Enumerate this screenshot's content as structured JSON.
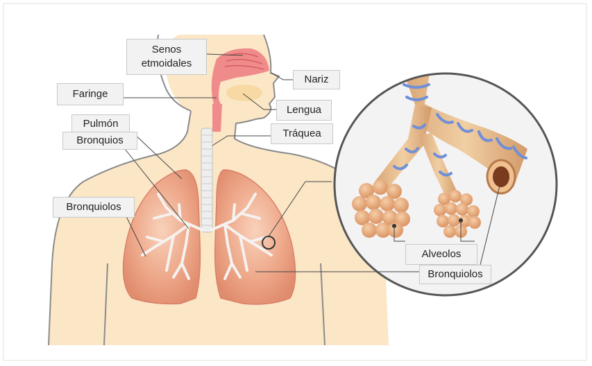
{
  "labels": {
    "senos": "Senos\netmoidales",
    "nariz": "Nariz",
    "faringe": "Faringe",
    "lengua": "Lengua",
    "pulmon": "Pulmón",
    "traquea": "Tráquea",
    "bronquios": "Bronquios",
    "bronquiolos_left": "Bronquiolos",
    "alveolos": "Alveolos",
    "bronquiolos_right": "Bronquiolos"
  },
  "colors": {
    "skin": "#fbe6c6",
    "body_outline": "#8a8a8a",
    "lung": "#e9967a",
    "lung_light": "#f6c3a6",
    "bronchi": "#f5f2f0",
    "airway_pink": "#f08b8b",
    "tongue": "#f7d9a3",
    "trachea": "#eeeeee",
    "tube": "#e9b88a",
    "band": "#6f8fd8",
    "alveoli": "#e6a778",
    "magnifier_border": "#555555",
    "leader": "#444444"
  }
}
